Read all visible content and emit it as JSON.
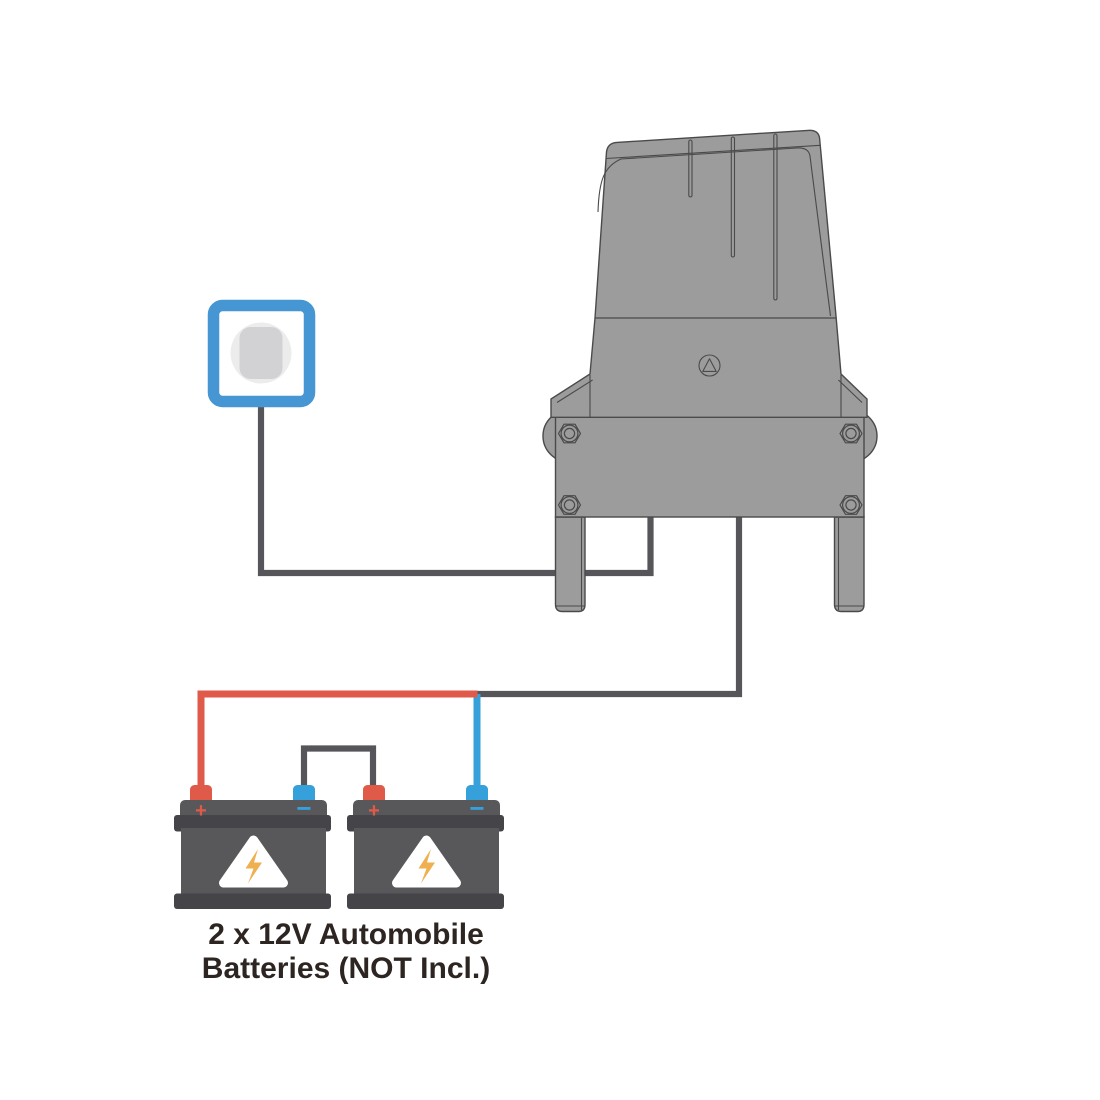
{
  "colors": {
    "background": "#ffffff",
    "wire-gray": "#56565a",
    "wire-red": "#e05a49",
    "wire-blue": "#36a0da",
    "outlet-frame-blue": "#4596d2",
    "socket-ring": "#ececec",
    "socket-face": "#d2d2d4",
    "machine-fill": "#9c9c9c",
    "machine-line": "#4a4a4a",
    "battery-body": "#58585b",
    "battery-band": "#454549",
    "terminal-red": "#e05a49",
    "terminal-blue": "#36a0da",
    "lightning-orange": "#eeb050",
    "triangle-white": "#ffffff",
    "caption-text": "#2d2522"
  },
  "caption": {
    "line1": "2 x 12V Automobile",
    "line2": "Batteries (NOT Incl.)"
  },
  "batteries": {
    "positive_symbol": "+",
    "negative_symbol": "−"
  },
  "icons": {
    "outlet": "wall-power-socket",
    "battery_warning": "lightning-bolt-in-triangle",
    "machine_badge": "triangle-in-circle-logo"
  }
}
